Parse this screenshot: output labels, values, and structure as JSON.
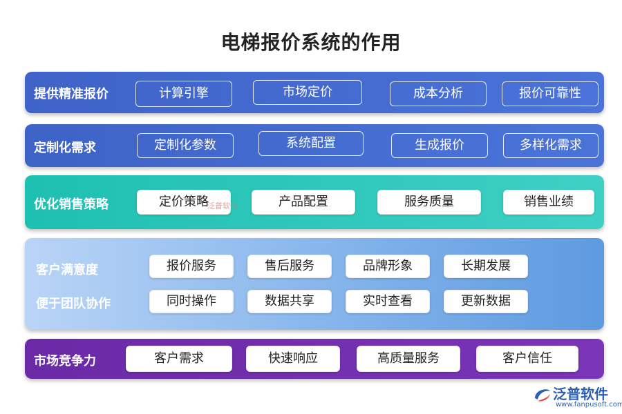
{
  "title": "电梯报价系统的作用",
  "rows": [
    {
      "label": "提供精准报价",
      "items": [
        "计算引擎",
        "市场定价",
        "成本分析",
        "报价可靠性"
      ]
    },
    {
      "label": "定制化需求",
      "items": [
        "定制化参数",
        "系统配置",
        "生成报价",
        "多样化需求"
      ]
    },
    {
      "label": "优化销售策略",
      "items": [
        "定价策略",
        "产品配置",
        "服务质量",
        "销售业绩"
      ]
    },
    {
      "label": "客户满意度",
      "items": [
        "报价服务",
        "售后服务",
        "品牌形象",
        "长期发展"
      ]
    },
    {
      "label": "便于团队协作",
      "items": [
        "同时操作",
        "数据共享",
        "实时查看",
        "更新数据"
      ]
    },
    {
      "label": "市场竞争力",
      "items": [
        "客户需求",
        "快速响应",
        "高质量服务",
        "客户信任"
      ]
    }
  ],
  "watermark": "泛普软件",
  "logo": {
    "name": "泛普软件",
    "url": "www.fanpusoft.com"
  },
  "colors": {
    "row1": "#4169cf",
    "row2": "#4470d6",
    "row3": "#2cc7b9",
    "row4": "#8ab8ec",
    "row5": "#7030b0"
  }
}
